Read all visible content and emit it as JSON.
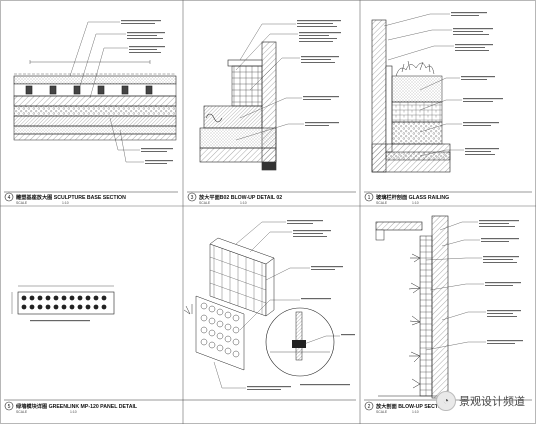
{
  "panels": [
    {
      "num": "4",
      "title": "雕塑基座放大图 SCULPTURE BASE SECTION",
      "scale_label": "SCALE",
      "scale": "1:10"
    },
    {
      "num": "3",
      "title": "放大平面B02 BLOW-UP DETAIL 02",
      "scale_label": "SCALE",
      "scale": "1:10"
    },
    {
      "num": "1",
      "title": "玻璃栏杆剖面 GLASS RAILING",
      "scale_label": "SCALE",
      "scale": "1:10"
    },
    {
      "num": "5",
      "title": "绿墙模块详图 GREENLINK MP-120 PANEL DETAIL",
      "scale_label": "SCALE",
      "scale": "1:10"
    },
    {
      "num": "2",
      "title": "放大剖面 BLOW-UP SECTION",
      "scale_label": "SCALE",
      "scale": "1:10"
    }
  ],
  "watermark": {
    "icon": "wechat-icon",
    "text": "景观设计频道"
  }
}
